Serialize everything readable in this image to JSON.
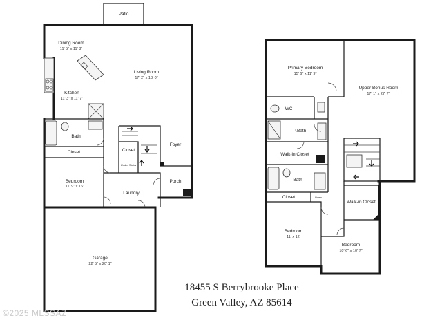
{
  "address": {
    "line1": "18455 S Berrybrooke Place",
    "line2": "Green Valley, AZ 85614"
  },
  "copyright": "©2025 MLSSAZ",
  "ground_floor": {
    "patio": "Patio",
    "dining": {
      "name": "Dining Room",
      "dims": "11' 5\" x 11' 8\""
    },
    "living": {
      "name": "Living Room",
      "dims": "17' 2\" x 18' 0\""
    },
    "kitchen": {
      "name": "Kitchen",
      "dims": "11' 3\" x 11' 7\""
    },
    "bath": "Bath",
    "closet_left": "Closet",
    "closet_stair": "Closet",
    "under_stairs": "Under Stairs",
    "foyer": "Foyer",
    "bedroom": {
      "name": "Bedroom",
      "dims": "11' 9\" x 16'"
    },
    "laundry": "Laundry",
    "porch": "Porch",
    "garage": {
      "name": "Garage",
      "dims": "22' 5\" x 20' 1\""
    }
  },
  "upper_floor": {
    "primary_bedroom": {
      "name": "Primary Bedroom",
      "dims": "15' 6\" x 11' 9\""
    },
    "bonus": {
      "name": "Upper Bonus Room",
      "dims": "17' 1\" x 27' 7\""
    },
    "wc": "WC",
    "pbath": "P.Bath",
    "walkin_closet": "Walk-in Closet",
    "bath": "Bath",
    "closet": "Closet",
    "linen": "Linen",
    "walkin": "Walk-in Closet",
    "bedroom2": {
      "name": "Bedroom",
      "dims": "11' x 12'"
    },
    "bedroom3": {
      "name": "Bedroom",
      "dims": "10' 6\" x 10' 7\""
    }
  }
}
